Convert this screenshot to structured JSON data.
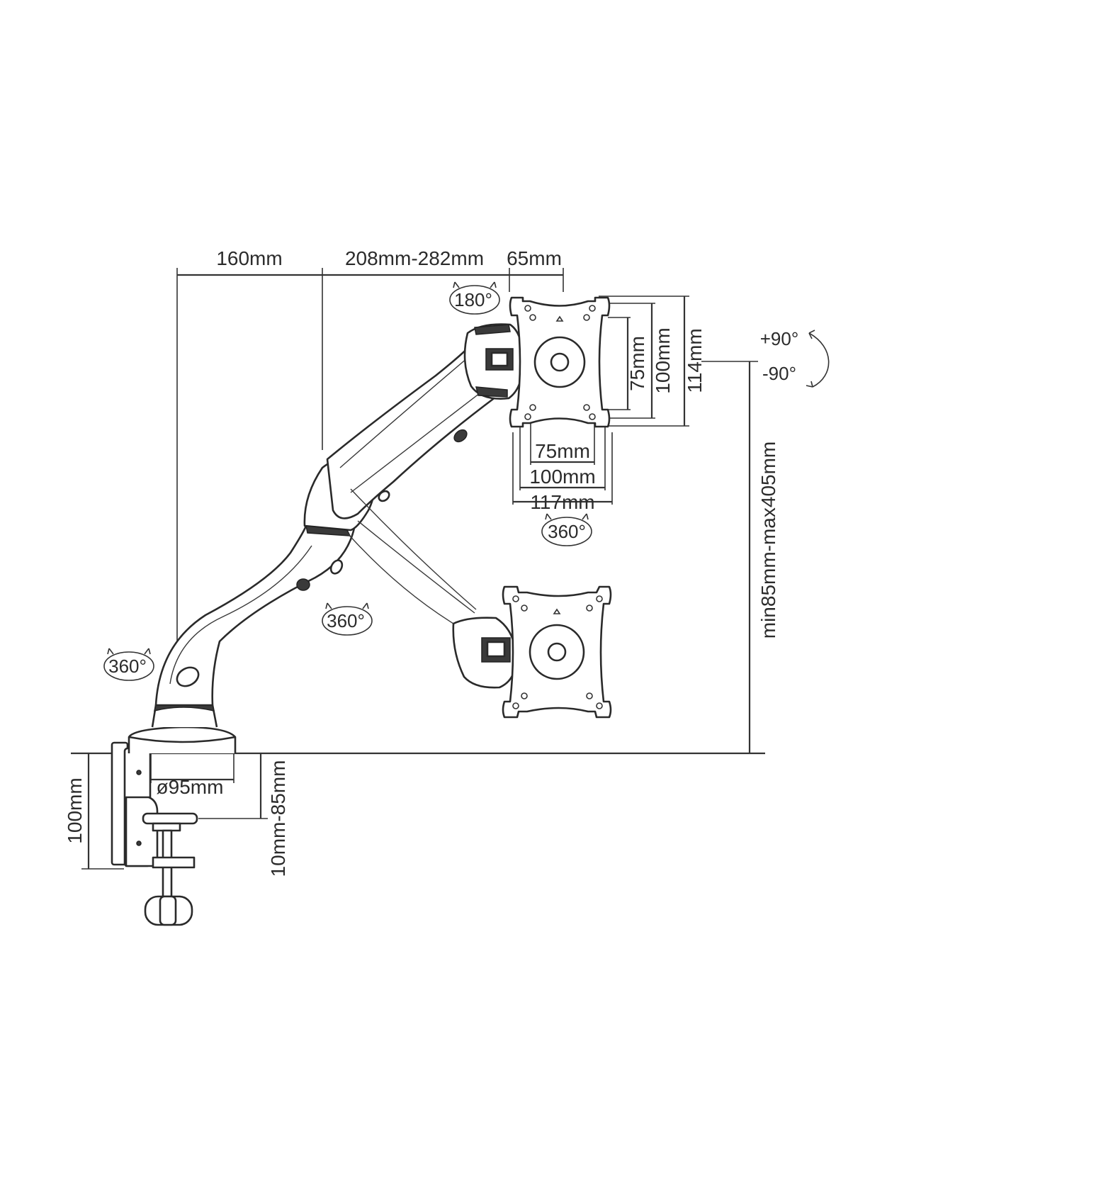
{
  "dimensions": {
    "arm_base_reach": "160mm",
    "arm_extension": "208mm-282mm",
    "plate_offset": "65mm",
    "vesa_h_75": "75mm",
    "vesa_h_100": "100mm",
    "plate_width": "117mm",
    "vesa_v_75": "75mm",
    "vesa_v_100": "100mm",
    "plate_height": "114mm",
    "height_range": "min85mm-max405mm",
    "clamp_height": "100mm",
    "base_diameter": "ø95mm",
    "desk_thickness": "10mm-85mm"
  },
  "rotations": {
    "head_swivel": "180°",
    "plate_rotation": "360°",
    "elbow_swivel": "360°",
    "base_swivel": "360°",
    "tilt_up": "+90°",
    "tilt_down": "-90°"
  }
}
